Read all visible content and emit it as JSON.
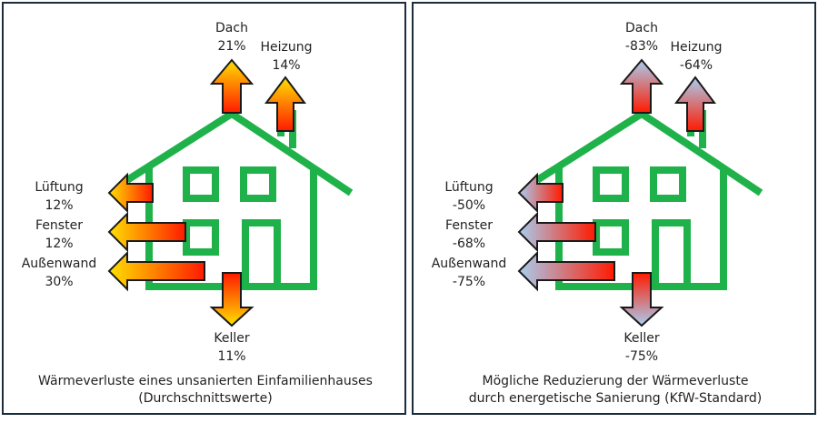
{
  "colors": {
    "house": "#20b24a",
    "border": "#1b2d3d",
    "hot": "#ff1a00",
    "warm": "#ffe000",
    "cool": "#a9cdf0"
  },
  "panels": [
    {
      "caption": [
        "Wärmeverluste eines unsanierten Einfamilienhauses",
        "(Durchschnittswerte)"
      ],
      "style": "warm",
      "items": {
        "dach": {
          "label": "Dach",
          "value": "21%"
        },
        "heizung": {
          "label": "Heizung",
          "value": "14%"
        },
        "lueftung": {
          "label": "Lüftung",
          "value": "12%"
        },
        "fenster": {
          "label": "Fenster",
          "value": "12%"
        },
        "aussenwand": {
          "label": "Außenwand",
          "value": "30%"
        },
        "keller": {
          "label": "Keller",
          "value": "11%"
        }
      }
    },
    {
      "caption": [
        "Mögliche Reduzierung der Wärmeverluste",
        "durch energetische Sanierung (KfW-Standard)"
      ],
      "style": "cool",
      "items": {
        "dach": {
          "label": "Dach",
          "value": "-83%"
        },
        "heizung": {
          "label": "Heizung",
          "value": "-64%"
        },
        "lueftung": {
          "label": "Lüftung",
          "value": "-50%"
        },
        "fenster": {
          "label": "Fenster",
          "value": "-68%"
        },
        "aussenwand": {
          "label": "Außenwand",
          "value": "-75%"
        },
        "keller": {
          "label": "Keller",
          "value": "-75%"
        }
      }
    }
  ]
}
